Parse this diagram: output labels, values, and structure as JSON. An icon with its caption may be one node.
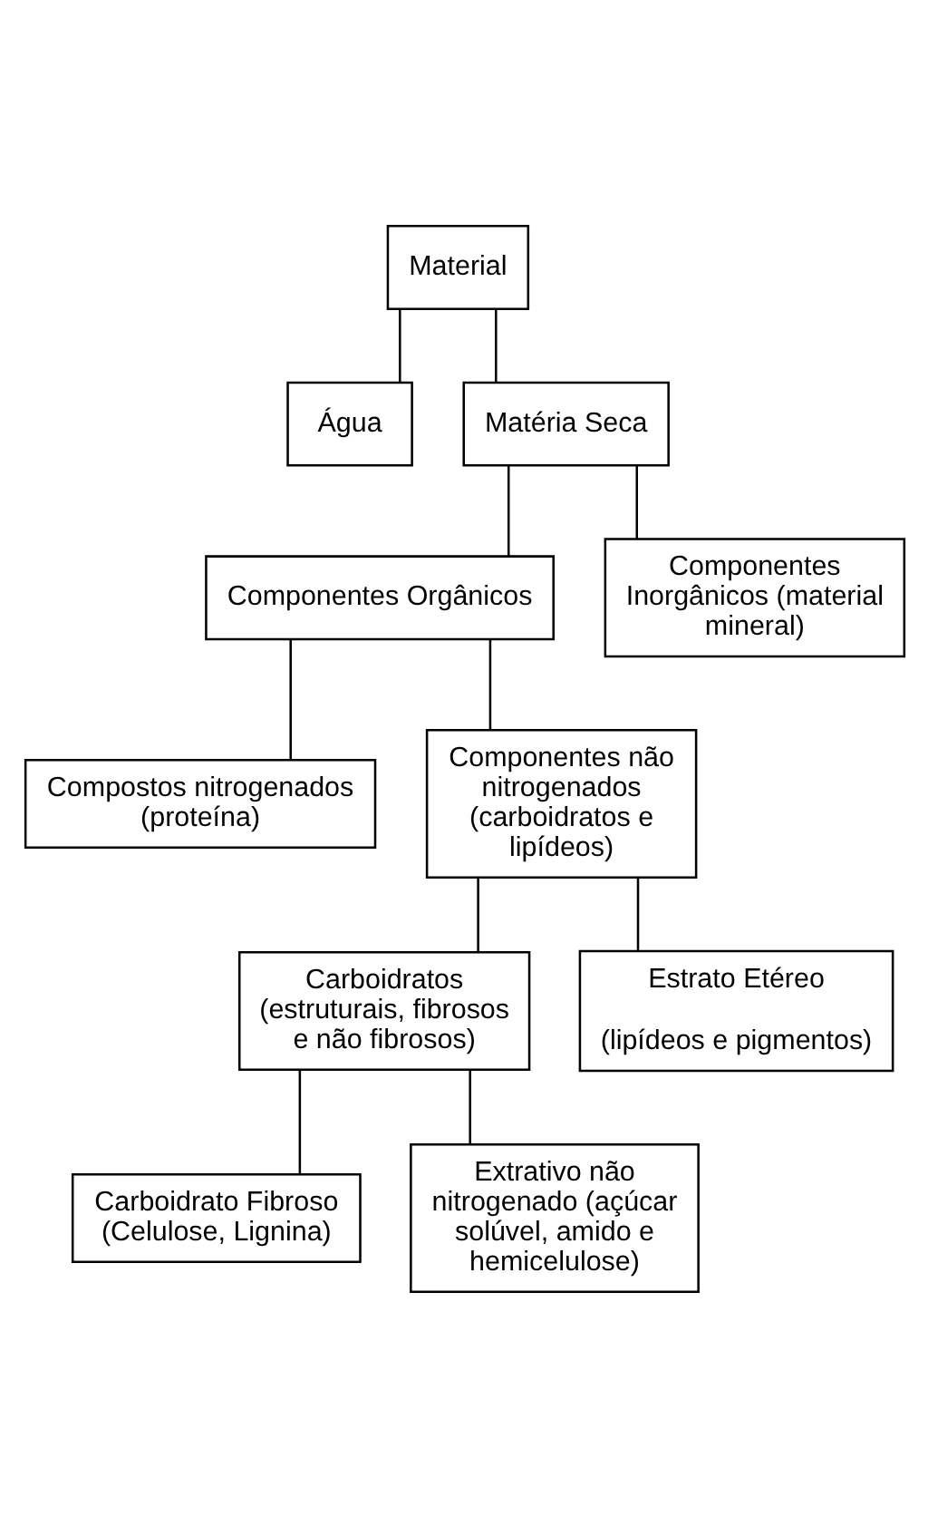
{
  "diagram": {
    "nodes": [
      {
        "text": [
          "Material"
        ]
      },
      {
        "text": [
          "Água"
        ]
      },
      {
        "text": [
          "Matéria Seca"
        ]
      },
      {
        "text": [
          "Componentes Orgânicos"
        ]
      },
      {
        "text": [
          "Componentes Inorgânicos (material mineral)"
        ]
      },
      {
        "text": [
          "Compostos nitrogenados (proteína)"
        ]
      },
      {
        "text": [
          "Componentes não nitrogenados (carboidratos e lipídeos)"
        ]
      },
      {
        "text": [
          "Carboidratos (estruturais, fibrosos e não fibrosos)"
        ]
      },
      {
        "text": [
          "Estrato Etéreo",
          "(lipídeos e pigmentos)"
        ]
      },
      {
        "text": [
          "Carboidrato Fibroso (Celulose, Lignina)"
        ]
      },
      {
        "text": [
          "Extrativo não nitrogenado (açúcar solúvel, amido e hemicelulose)"
        ]
      }
    ],
    "edges": [
      {
        "from": 0,
        "to": 1,
        "arrow": "none"
      },
      {
        "from": 0,
        "to": 2,
        "arrow": "none"
      },
      {
        "from": 2,
        "to": 3,
        "arrow": "none"
      },
      {
        "from": 2,
        "to": 4,
        "arrow": "none"
      },
      {
        "from": 3,
        "to": 5,
        "arrow": "none"
      },
      {
        "from": 3,
        "to": 6,
        "arrow": "none"
      },
      {
        "from": 6,
        "to": 7,
        "arrow": "none"
      },
      {
        "from": 6,
        "to": 8,
        "arrow": "none"
      },
      {
        "from": 7,
        "to": 9,
        "arrow": "none"
      },
      {
        "from": 7,
        "to": 10,
        "arrow": "none"
      }
    ]
  }
}
